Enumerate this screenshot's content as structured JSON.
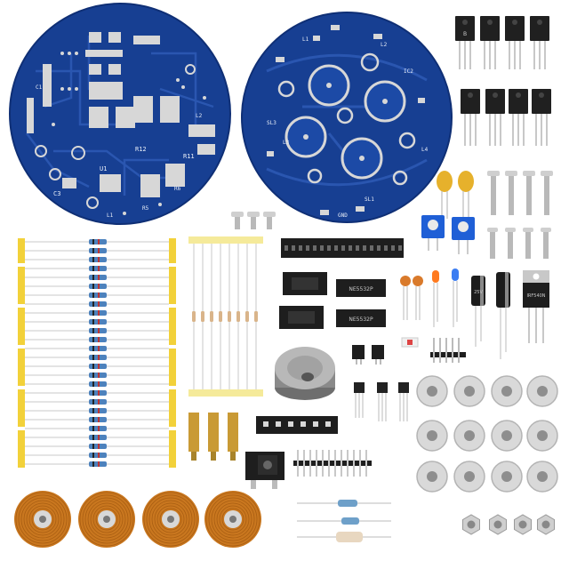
{
  "colors": {
    "background": "#ffffff",
    "pcb": "#173f92",
    "pcb_trace": "#2a56b0",
    "pad": "#d7d7d7",
    "silkscreen": "#e8eef8",
    "ic_body": "#1e1e1e",
    "tape": "#f2d13a",
    "copper_coil": "#c9771f",
    "trimmer": "#1f5fd6",
    "capacitor_ceramic": "#e6b12c"
  },
  "pcb_left": {
    "labels": [
      "R12",
      "R11",
      "C3",
      "U1",
      "R5",
      "R6",
      "C1",
      "L1",
      "L2"
    ]
  },
  "pcb_right": {
    "labels": [
      "L1",
      "L2",
      "L3",
      "L4",
      "GND",
      "IC2",
      "SL3",
      "SL1"
    ]
  },
  "transistor_marking": "B",
  "ic_markings": {
    "ic1": "NE5532P",
    "ic2": "NE5532P"
  },
  "regulator_marking": "IRF540N",
  "electrolytic_marking": "25V",
  "icons": [
    "pcb-board",
    "transistor",
    "screw",
    "resistor",
    "ic-socket",
    "dip-ic",
    "led",
    "electrolytic-capacitor",
    "magnet",
    "coil",
    "hex-nut",
    "dc-jack",
    "pin-header",
    "brass-standoff",
    "trimmer-potentiometer",
    "ceramic-capacitor",
    "washer"
  ]
}
